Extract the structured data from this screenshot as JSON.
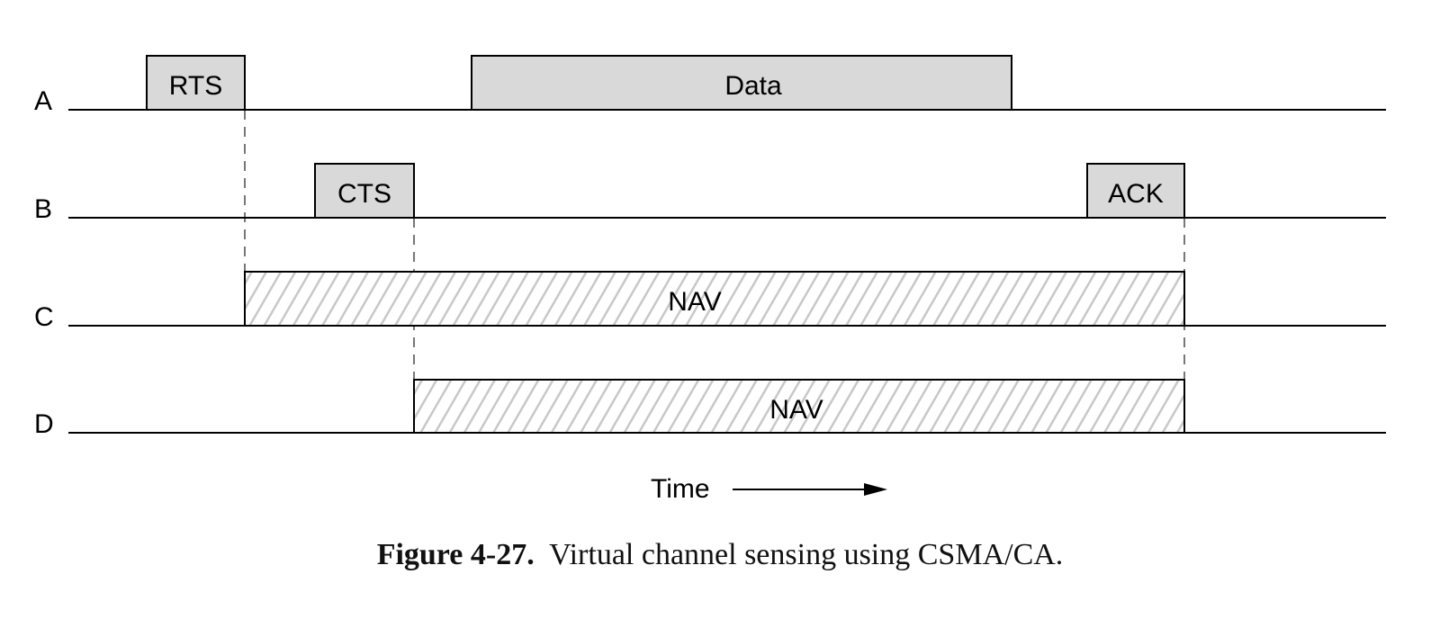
{
  "rows": [
    {
      "id": "A",
      "label": "A"
    },
    {
      "id": "B",
      "label": "B"
    },
    {
      "id": "C",
      "label": "C"
    },
    {
      "id": "D",
      "label": "D"
    }
  ],
  "frames": [
    {
      "id": "rts",
      "row": "A",
      "label": "RTS",
      "kind": "frame"
    },
    {
      "id": "data",
      "row": "A",
      "label": "Data",
      "kind": "frame"
    },
    {
      "id": "cts",
      "row": "B",
      "label": "CTS",
      "kind": "frame"
    },
    {
      "id": "ack",
      "row": "B",
      "label": "ACK",
      "kind": "frame"
    },
    {
      "id": "nav-c",
      "row": "C",
      "label": "NAV",
      "kind": "nav"
    },
    {
      "id": "nav-d",
      "row": "D",
      "label": "NAV",
      "kind": "nav"
    }
  ],
  "time_label": "Time",
  "caption": {
    "number": "Figure 4-27.",
    "text": "Virtual channel sensing using CSMA/CA."
  },
  "colors": {
    "frame_fill": "#d9d9d9",
    "hatch": "#c8c8c8",
    "line": "#000000",
    "dashed": "#777777"
  }
}
